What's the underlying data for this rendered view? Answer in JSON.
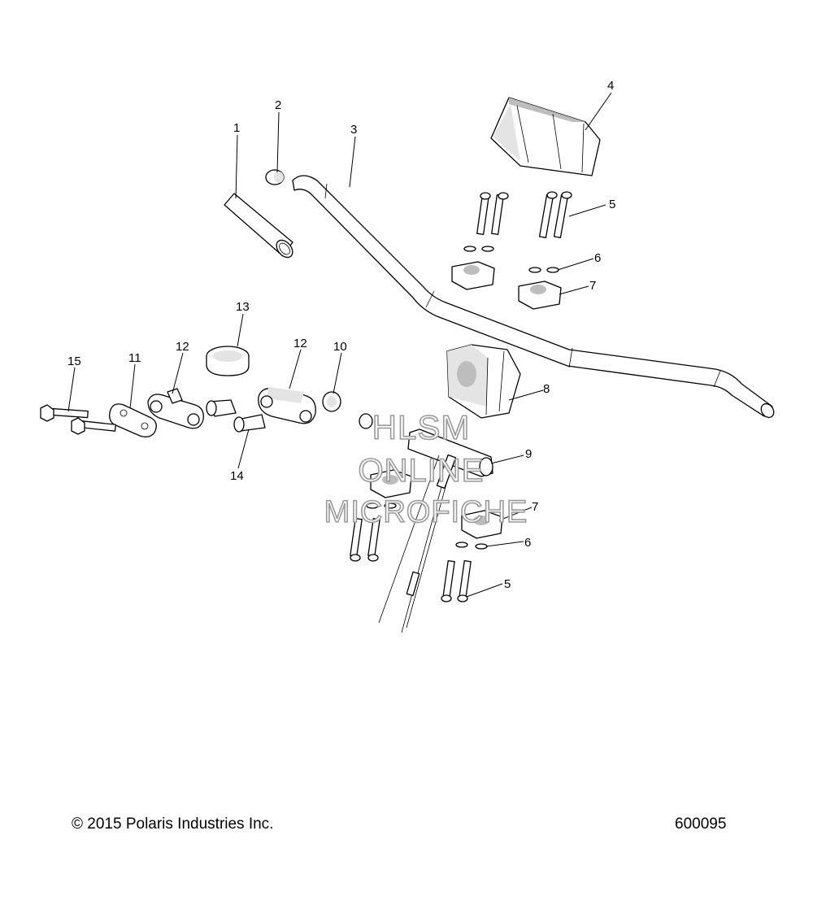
{
  "callouts": {
    "c1": "1",
    "c2": "2",
    "c3": "3",
    "c4": "4",
    "c5a": "5",
    "c6a": "6",
    "c7a": "7",
    "c8": "8",
    "c9": "9",
    "c10": "10",
    "c11": "11",
    "c12a": "12",
    "c12b": "12",
    "c13": "13",
    "c14": "14",
    "c15": "15",
    "c7b": "7",
    "c6b": "6",
    "c5b": "5"
  },
  "watermark": {
    "line1": "HLSM",
    "line2": "ONLINE",
    "line3": "MICROFICHE"
  },
  "footer": {
    "copyright": "© 2015 Polaris Industries Inc.",
    "diagram_id": "600095"
  }
}
